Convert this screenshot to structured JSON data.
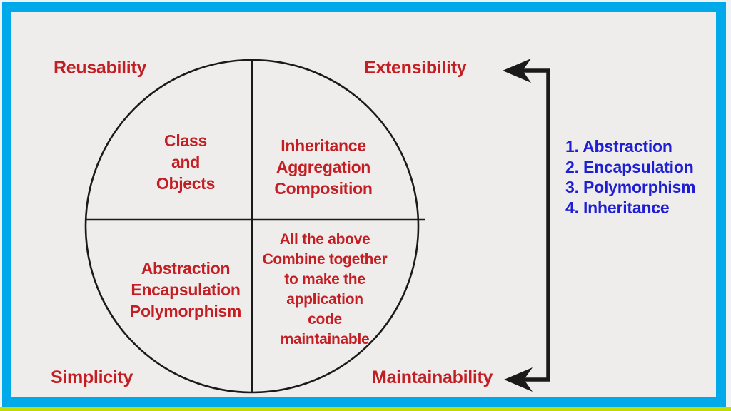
{
  "frame": {
    "border_color": "#00a9e9",
    "bottom_strip_color": "#c1da00",
    "content_background": "#eeedeb"
  },
  "diagram": {
    "corner_labels": {
      "top_left": "Reusability",
      "top_right": "Extensibility",
      "bottom_left": "Simplicity",
      "bottom_right": "Maintainability"
    },
    "quadrants": {
      "top_left": "Class\nand\nObjects",
      "top_right": "Inheritance\nAggregation\nComposition",
      "bottom_left": "Abstraction\nEncapsulation\nPolymorphism",
      "bottom_right": "All the above\nCombine together\nto make the\napplication\ncode\nmaintainable"
    },
    "side_list": {
      "items": [
        "1. Abstraction",
        "2. Encapsulation",
        "3. Polymorphism",
        "4. Inheritance"
      ],
      "text_color": "#1e1ed2"
    },
    "colors": {
      "red_text": "#c31e24",
      "line_color": "#1a1a1a"
    }
  }
}
